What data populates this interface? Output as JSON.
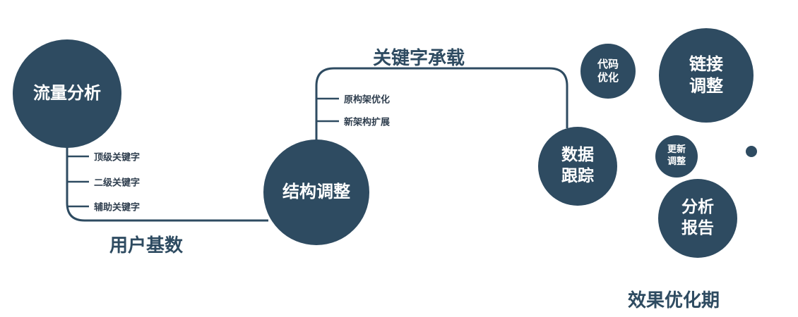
{
  "colors": {
    "primary": "#2e4b61",
    "branch_text": "#2f3e4e",
    "node_text": "#ffffff"
  },
  "nodes": {
    "traffic": {
      "label": "流量分析"
    },
    "structure": {
      "label": "结构调整"
    },
    "data_tracking": {
      "line1": "数据",
      "line2": "跟踪"
    },
    "code_optimization": {
      "line1": "代码",
      "line2": "优化"
    },
    "link_adjustment": {
      "line1": "链接",
      "line2": "调整"
    },
    "update_adjustment": {
      "line1": "更新",
      "line2": "调整"
    },
    "analysis_report": {
      "line1": "分析",
      "line2": "报告"
    }
  },
  "edge_labels": {
    "user_base": "用户基数",
    "keyword_carrying": "关键字承载",
    "effect_optimization": "效果优化期"
  },
  "branches": {
    "traffic": [
      "顶级关键字",
      "二级关键字",
      "辅助关键字"
    ],
    "structure": [
      "原构架优化",
      "新架构扩展"
    ]
  }
}
